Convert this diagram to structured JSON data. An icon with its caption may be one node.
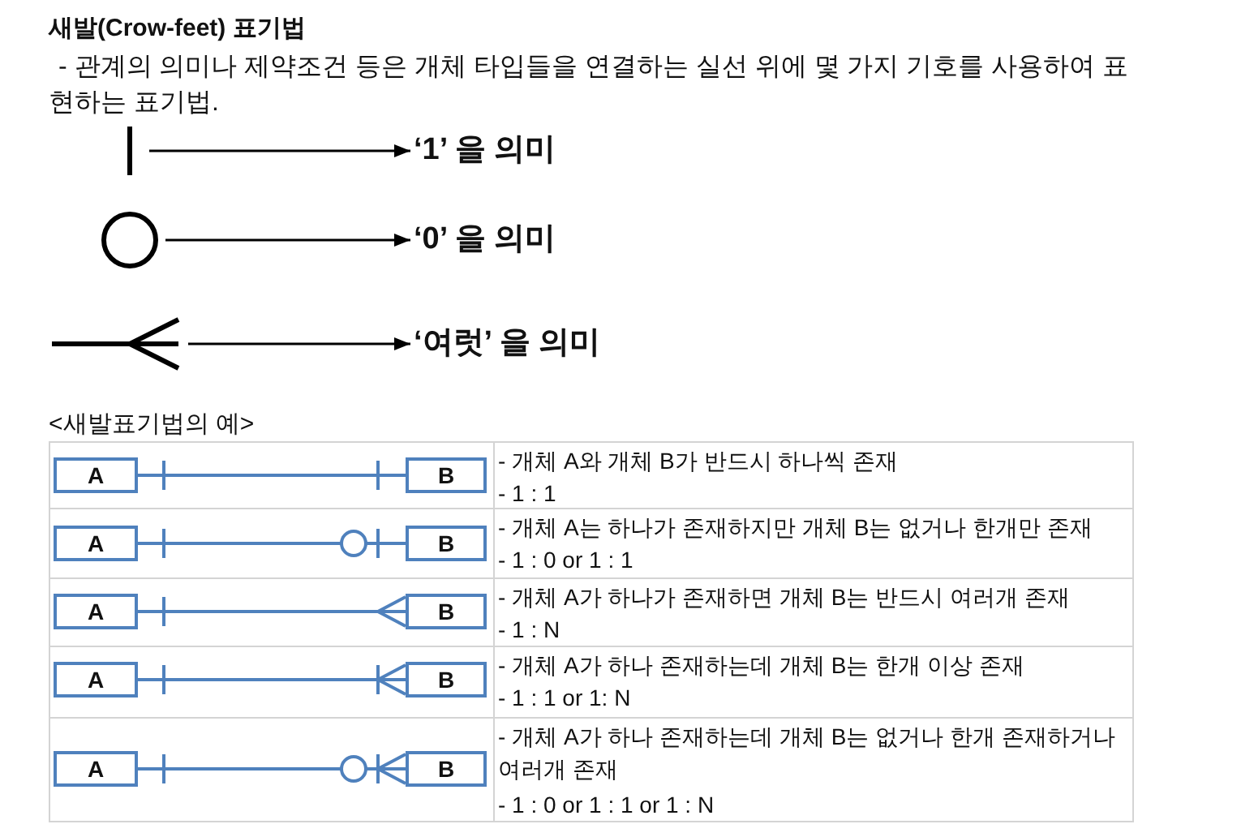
{
  "diagram": {
    "title": "새발(Crow-feet) 표기법",
    "nodes": [
      {
        "text": [],
        "shape": "bar"
      },
      {
        "text": [
          "‘1’ 을 의미"
        ]
      },
      {
        "text": [],
        "shape": "circle"
      },
      {
        "text": [
          "‘0’ 을 의미"
        ]
      },
      {
        "text": [],
        "shape": "picture"
      },
      {
        "text": [
          "‘여럿’ 을 의미"
        ]
      },
      {
        "text": [
          "A"
        ]
      },
      {
        "text": [
          "B"
        ]
      },
      {
        "text": [
          "A"
        ]
      },
      {
        "text": [
          "B"
        ]
      },
      {
        "text": [
          "A"
        ]
      },
      {
        "text": [
          "B"
        ]
      },
      {
        "text": [
          "A"
        ]
      },
      {
        "text": [
          "B"
        ]
      },
      {
        "text": [
          "A"
        ]
      },
      {
        "text": [
          "B"
        ]
      }
    ],
    "edges": [
      {
        "from": 0,
        "to": 1,
        "arrow": "to",
        "color": "#000000"
      },
      {
        "from": 2,
        "to": 3,
        "arrow": "to",
        "color": "#000000"
      },
      {
        "from": 4,
        "to": 5,
        "arrow": "to",
        "color": "#000000"
      },
      {
        "from": 6,
        "to": 7,
        "arrow": "other"
      },
      {
        "from": 8,
        "to": 9,
        "arrow": "other"
      },
      {
        "from": 10,
        "to": 11,
        "arrow": "other"
      },
      {
        "from": 12,
        "to": 13,
        "arrow": "other"
      },
      {
        "from": 14,
        "to": 15,
        "arrow": "other"
      }
    ],
    "labels": [
      "- 관계의 의미나 제약조건 등은 개체 타입들을 연결하는 실선 위에 몇 가지 기호를 사용하여 표현하는 표기법.",
      "<새발표기법의 예>",
      "- 개체 A와 개체 B가 반드시 하나씩 존재",
      "- 1 : 1",
      "- 개체 A는 하나가 존재하지만 개체 B는 없거나 한개만 존재",
      "- 1 : 0 or 1 : 1",
      "- 개체 A가 하나가 존재하면 개체 B는 반드시 여러개 존재",
      "- 1 : N",
      "- 개체 A가 하나 존재하는데 개체 B는 한개 이상 존재",
      "- 1 : 1 or 1: N",
      "- 개체 A가 하나 존재하는데 개체 B는 없거나 한개 존재하거나 여러개 존재",
      "- 1 : 0 or 1 : 1 or 1 : N"
    ]
  }
}
